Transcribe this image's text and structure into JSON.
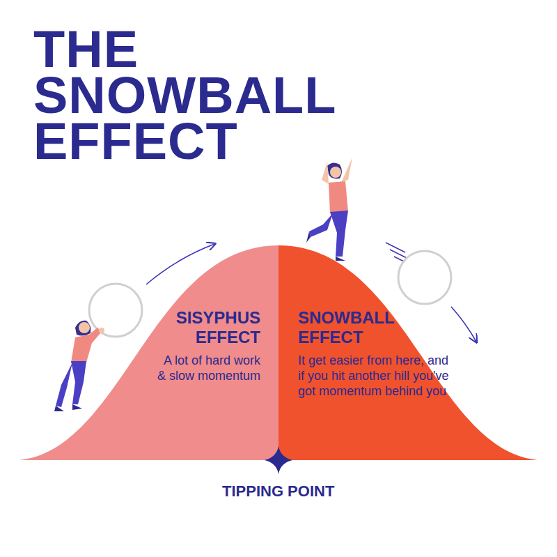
{
  "diagram": {
    "title": "THE SNOWBALL EFFECT",
    "nodes": [
      {
        "text": [
          "SISYPHUS EFFECT",
          "A lot of hard work & slow momentum"
        ]
      },
      {
        "text": [
          "SNOWBALL EFFECT",
          "It get easier from here, and if you hit another hill you've got momentum behind you"
        ]
      }
    ],
    "labels": [
      "TIPPING POINT"
    ]
  }
}
